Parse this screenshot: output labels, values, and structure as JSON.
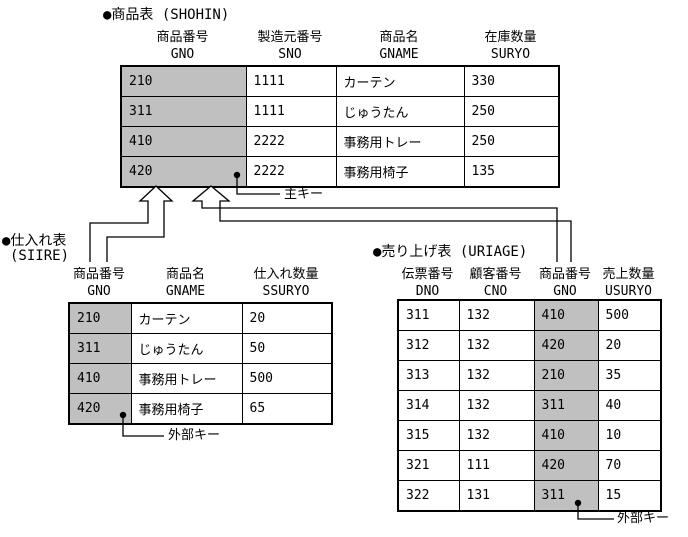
{
  "colors": {
    "background": "#ffffff",
    "line": "#000000",
    "key_column_fill": "#c0c0c0"
  },
  "shohin": {
    "title": "●商品表 (SHOHIN)",
    "columns": [
      {
        "label": "商品番号",
        "code": "GNO"
      },
      {
        "label": "製造元番号",
        "code": "SNO"
      },
      {
        "label": "商品名",
        "code": "GNAME"
      },
      {
        "label": "在庫数量",
        "code": "SURYO"
      }
    ],
    "rows": [
      [
        "210",
        "1111",
        "カーテン",
        "330"
      ],
      [
        "311",
        "1111",
        "じゅうたん",
        "250"
      ],
      [
        "410",
        "2222",
        "事務用トレー",
        "250"
      ],
      [
        "420",
        "2222",
        "事務用椅子",
        "135"
      ]
    ],
    "primary_key_label": "主キー"
  },
  "siire": {
    "title_line1": "●仕入れ表",
    "title_line2": "(SIIRE)",
    "columns": [
      {
        "label": "商品番号",
        "code": "GNO"
      },
      {
        "label": "商品名",
        "code": "GNAME"
      },
      {
        "label": "仕入れ数量",
        "code": "SSURYO"
      }
    ],
    "rows": [
      [
        "210",
        "カーテン",
        "20"
      ],
      [
        "311",
        "じゅうたん",
        "50"
      ],
      [
        "410",
        "事務用トレー",
        "500"
      ],
      [
        "420",
        "事務用椅子",
        "65"
      ]
    ],
    "foreign_key_label": "外部キー"
  },
  "uriage": {
    "title": "●売り上げ表 (URIAGE)",
    "columns": [
      {
        "label": "伝票番号",
        "code": "DNO"
      },
      {
        "label": "顧客番号",
        "code": "CNO"
      },
      {
        "label": "商品番号",
        "code": "GNO"
      },
      {
        "label": "売上数量",
        "code": "USURYO"
      }
    ],
    "rows": [
      [
        "311",
        "132",
        "410",
        "500"
      ],
      [
        "312",
        "132",
        "420",
        "20"
      ],
      [
        "313",
        "132",
        "210",
        "35"
      ],
      [
        "314",
        "132",
        "311",
        "40"
      ],
      [
        "315",
        "132",
        "410",
        "10"
      ],
      [
        "321",
        "111",
        "420",
        "70"
      ],
      [
        "322",
        "131",
        "311",
        "15"
      ]
    ],
    "foreign_key_label": "外部キー"
  }
}
